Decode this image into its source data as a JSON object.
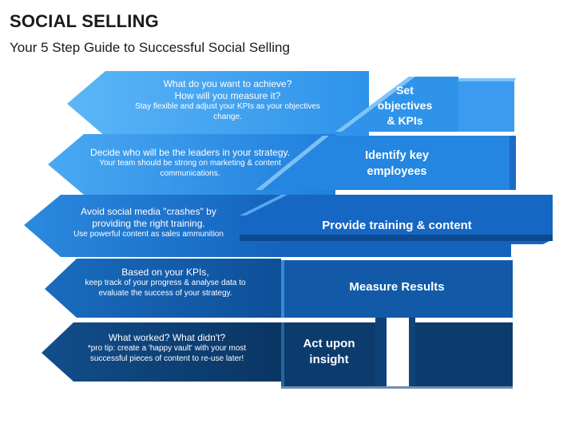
{
  "header": {
    "title": "SOCIAL SELLING",
    "subtitle": "Your 5 Step Guide to Successful Social Selling"
  },
  "steps": [
    {
      "label": "Set objectives & KPIs",
      "label_lines": [
        "Set",
        "objectives",
        "& KPIs"
      ],
      "lead_lines": [
        "What do you want to achieve?",
        "How will you measure it?"
      ],
      "sub_lines": [
        "Stay flexible and adjust your KPIs as your objectives",
        "change."
      ],
      "color": "#3aa0f2"
    },
    {
      "label": "Identify key employees",
      "label_lines": [
        "Identify key",
        "employees"
      ],
      "lead_lines": [
        "Decide who will be the leaders in your strategy."
      ],
      "sub_lines": [
        "Your team should be strong on marketing & content",
        "communications."
      ],
      "color": "#2b8fe6"
    },
    {
      "label": "Provide training & content",
      "label_lines": [
        "Provide training & content"
      ],
      "lead_lines": [
        "Avoid social media \"crashes\" by",
        "providing the right training."
      ],
      "sub_lines": [
        "Use powerful content as sales ammunition"
      ],
      "color": "#1d79d0"
    },
    {
      "label": "Measure Results",
      "label_lines": [
        "Measure Results"
      ],
      "lead_lines": [
        "Based on your KPIs,"
      ],
      "sub_lines": [
        "keep track of your progress & analyse data to",
        "evaluate the success of your strategy."
      ],
      "color": "#135fab"
    },
    {
      "label": "Act upon insight",
      "label_lines": [
        "Act upon",
        "insight"
      ],
      "lead_lines": [
        "What worked? What didn't?"
      ],
      "sub_lines": [
        "*pro tip: create a 'happy vault' with your most",
        "successful pieces of content to re-use later!"
      ],
      "color": "#0d3f72"
    }
  ]
}
